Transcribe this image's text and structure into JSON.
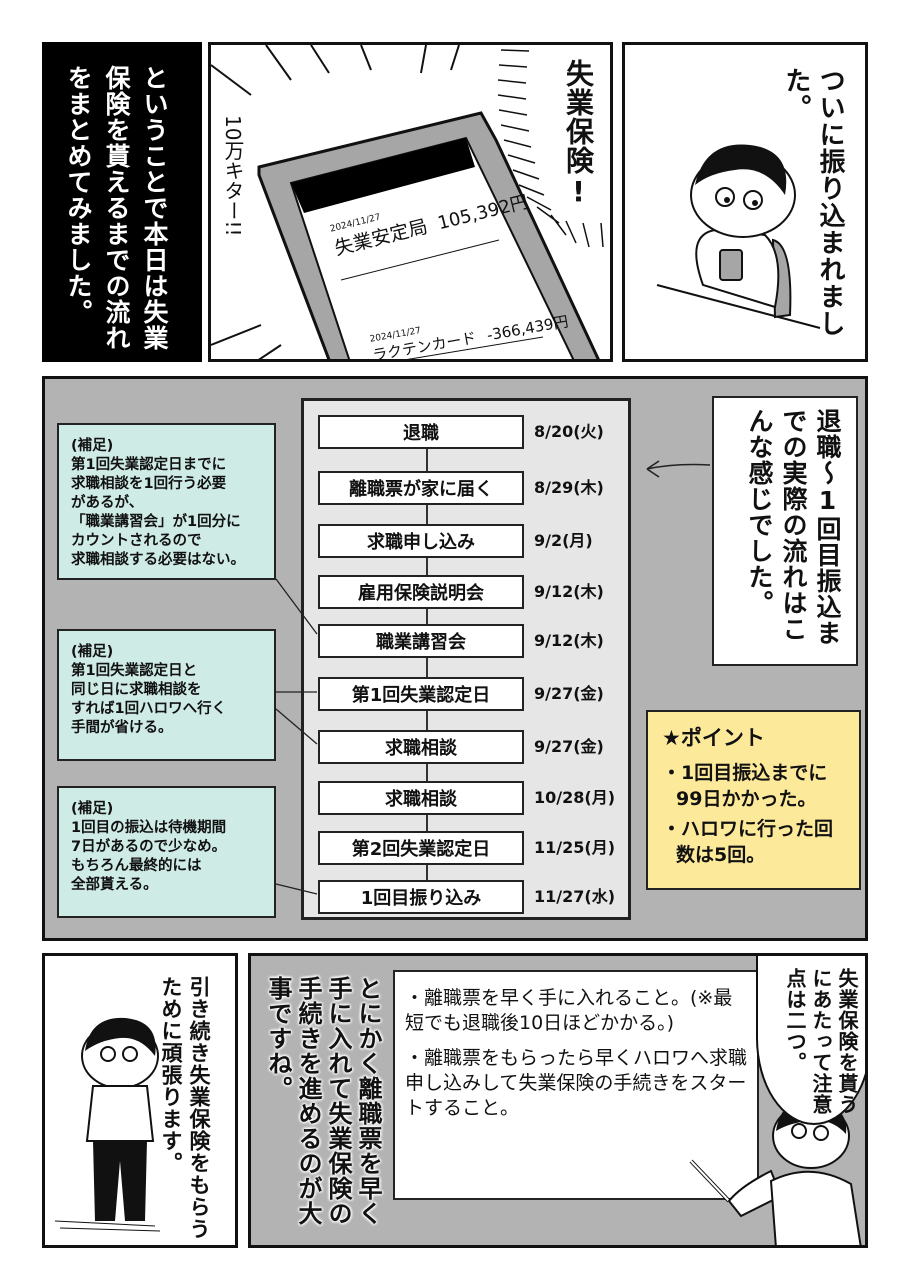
{
  "row1": {
    "narration": "ということで本日は失業保険を貰えるまでの流れをまとめてみました。",
    "phone_panel": {
      "exclaim_left": "10万キター!!",
      "exclaim_right": "失業保険!",
      "transactions": [
        {
          "date": "2024/11/27",
          "payee": "失業安定局",
          "amount": "105,392円"
        },
        {
          "date": "2024/11/27",
          "payee": "ラクテンカード",
          "amount": "-366,439円"
        }
      ]
    },
    "character_caption": "ついに振り込まれました。"
  },
  "row2": {
    "narration": "退職〜1回目振込までの実際の流れはこんな感じでした。",
    "timeline": [
      {
        "step": "退職",
        "date": "8/20(火)"
      },
      {
        "step": "離職票が家に届く",
        "date": "8/29(木)"
      },
      {
        "step": "求職申し込み",
        "date": "9/2(月)"
      },
      {
        "step": "雇用保険説明会",
        "date": "9/12(木)"
      },
      {
        "step": "職業講習会",
        "date": "9/12(木)"
      },
      {
        "step": "第1回失業認定日",
        "date": "9/27(金)"
      },
      {
        "step": "求職相談",
        "date": "9/27(金)"
      },
      {
        "step": "求職相談",
        "date": "10/28(月)"
      },
      {
        "step": "第2回失業認定日",
        "date": "11/25(月)"
      },
      {
        "step": "1回目振り込み",
        "date": "11/27(水)"
      }
    ],
    "notes": [
      {
        "lines": [
          "(補足)",
          "第1回失業認定日までに",
          "求職相談を1回行う必要",
          "があるが、",
          "「職業講習会」が1回分に",
          "カウントされるので",
          "求職相談する必要はない。"
        ]
      },
      {
        "lines": [
          "(補足)",
          "第1回失業認定日と",
          "同じ日に求職相談を",
          "すれば1回ハロワへ行く",
          "手間が省ける。"
        ]
      },
      {
        "lines": [
          "(補足)",
          "1回目の振込は待機期間",
          "7日があるので少なめ。",
          "もちろん最終的には",
          "全部貰える。"
        ]
      }
    ],
    "point": {
      "title": "★ポイント",
      "items": [
        "・1回目振込までに99日かかった。",
        "・ハロワに行った回数は5回。"
      ]
    }
  },
  "row3": {
    "character_caption": "引き続き失業保険をもらうために頑張ります。",
    "left_narration": "とにかく離職票を早く手に入れて失業保険の手続きを進めるのが大事ですね。",
    "board": [
      "・離職票を早く手に入れること。(※最短でも退職後10日ほどかかる。)",
      "・離職票をもらったら早くハロワへ求職申し込みして失業保険の手続きをスタートすること。"
    ],
    "speech_bubble": "失業保険を貰うにあたって注意点は二つ。"
  },
  "colors": {
    "panel_gray": "#b3b3b3",
    "note_teal": "#cfebe6",
    "point_yellow": "#fde99a",
    "timeline_bg": "#e6e6e6"
  }
}
